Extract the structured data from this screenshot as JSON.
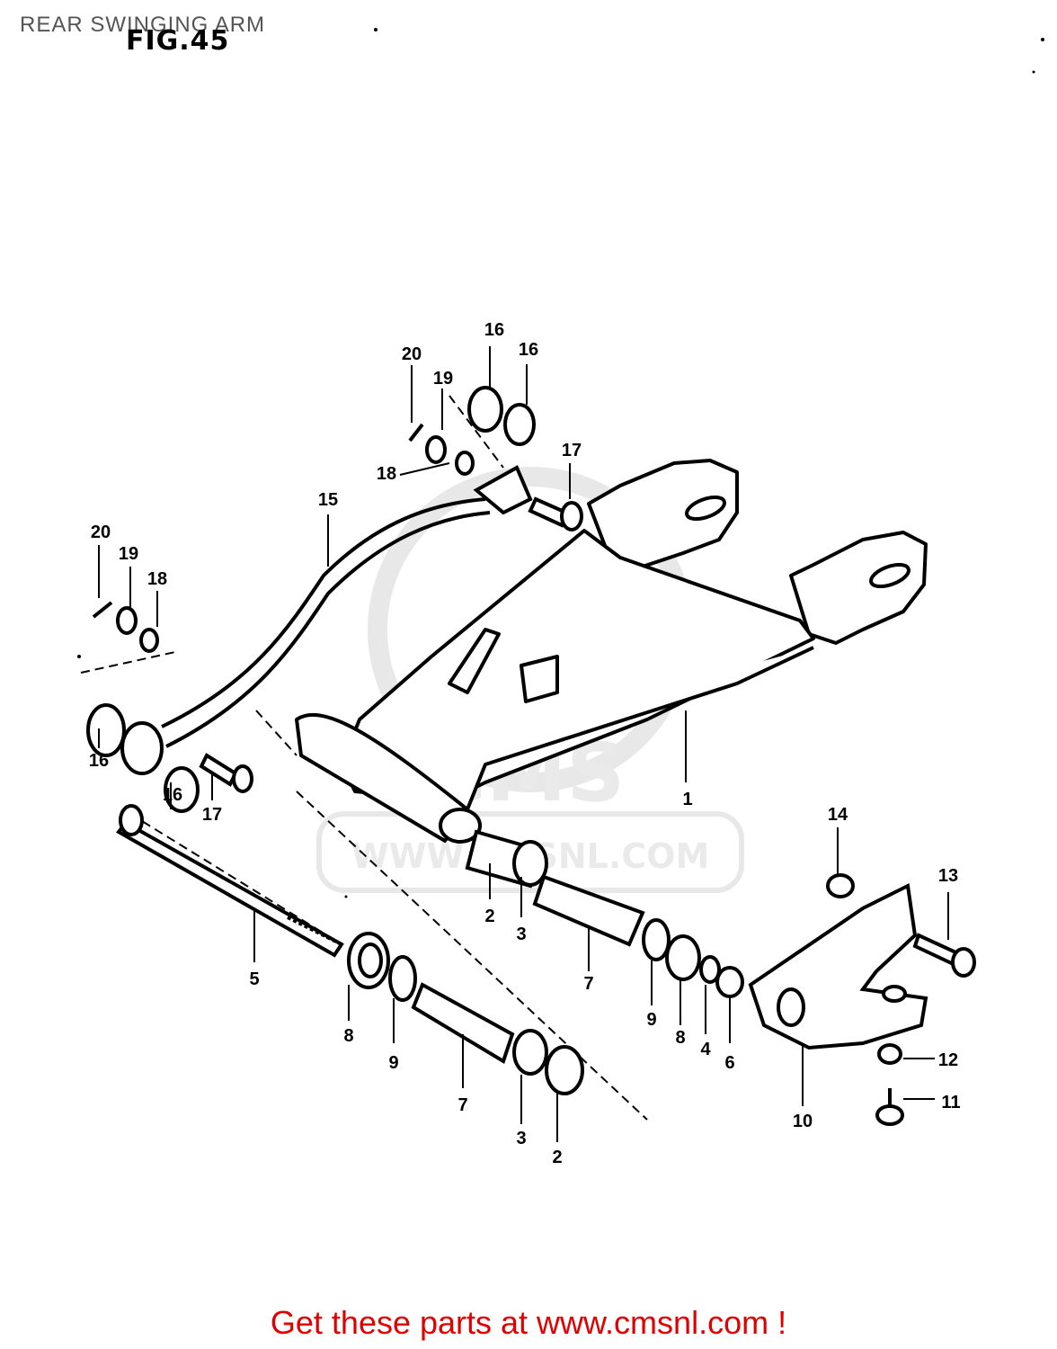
{
  "header": {
    "title": "REAR SWINGING ARM",
    "figure_label": "FIG.45"
  },
  "watermark": {
    "logo_text": "CMS",
    "url_text": "WWW.CMSNL.COM"
  },
  "callouts": {
    "c1": "1",
    "c2a": "2",
    "c2b": "2",
    "c3a": "3",
    "c3b": "3",
    "c4": "4",
    "c5": "5",
    "c6": "6",
    "c7a": "7",
    "c7b": "7",
    "c8a": "8",
    "c8b": "8",
    "c9a": "9",
    "c9b": "9",
    "c10": "10",
    "c11": "11",
    "c12": "12",
    "c13": "13",
    "c14": "14",
    "c15": "15",
    "c16a": "16",
    "c16b": "16",
    "c16c": "16",
    "c16d": "16",
    "c17a": "17",
    "c17b": "17",
    "c18a": "18",
    "c18b": "18",
    "c19a": "19",
    "c19b": "19",
    "c20a": "20",
    "c20b": "20"
  },
  "footer": {
    "link_text": "Get these parts at www.cmsnl.com !"
  }
}
